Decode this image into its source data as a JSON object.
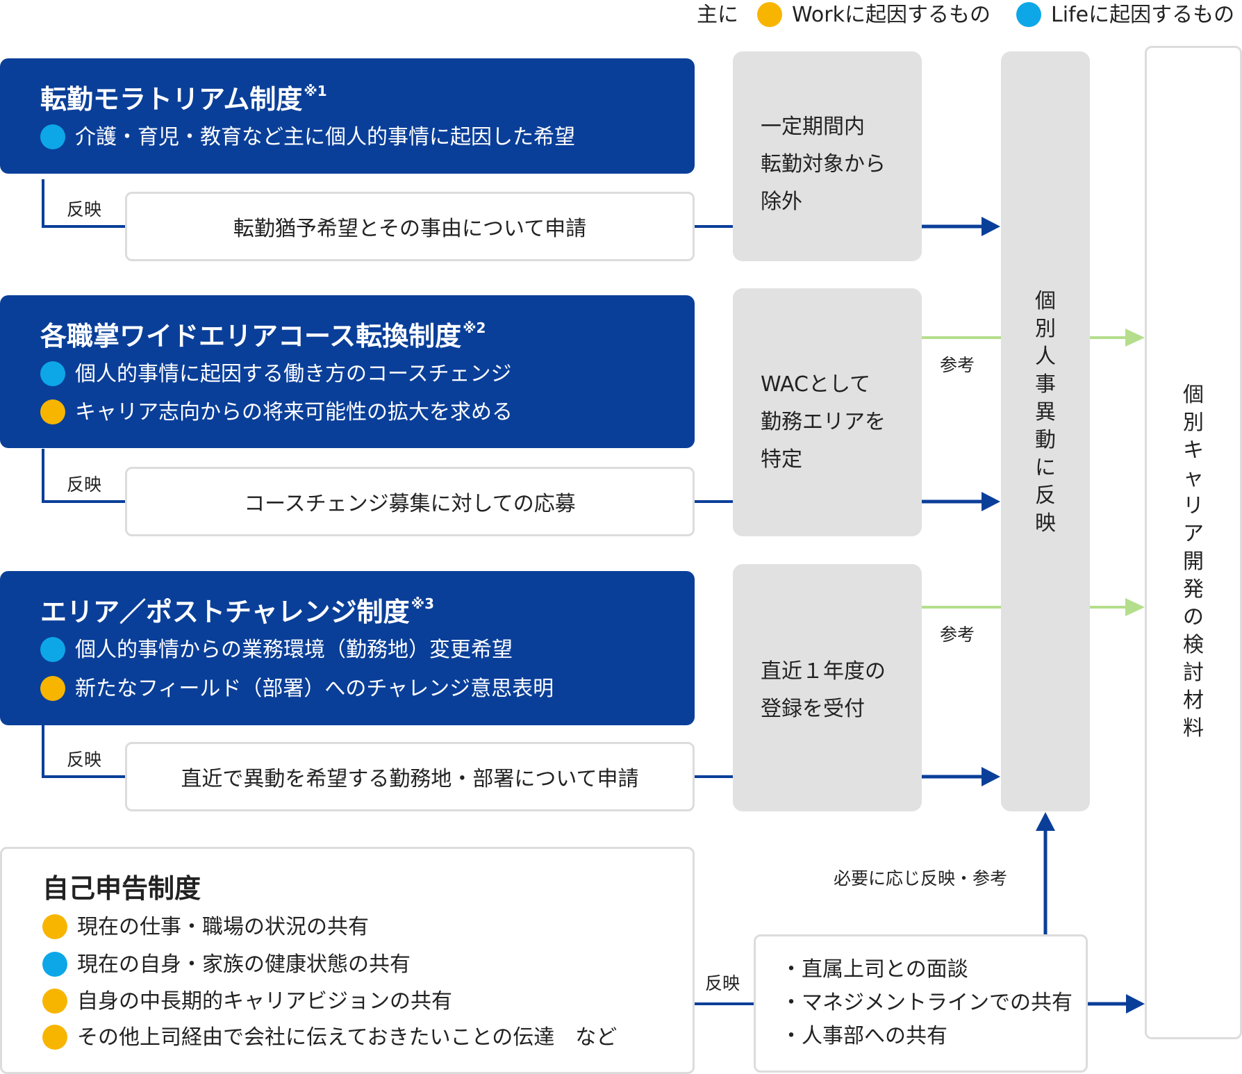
{
  "legend": {
    "prefix": "主に",
    "work_label": "Workに起因するもの",
    "life_label": "Lifeに起因するもの"
  },
  "colors": {
    "navy": "#0a3f99",
    "life": "#0da7e8",
    "work": "#f7b500",
    "green": "#b5de8c",
    "gray": "#e1e1e1"
  },
  "systems": [
    {
      "title": "転勤モラトリアム制度",
      "note": "※1",
      "bullets": [
        {
          "type": "life",
          "text": "介護・育児・教育など主に個人的事情に起因した希望"
        }
      ],
      "reflect_label": "反映",
      "action": "転勤猶予希望とその事由について申請"
    },
    {
      "title": "各職掌ワイドエリアコース転換制度",
      "note": "※2",
      "bullets": [
        {
          "type": "life",
          "text": "個人的事情に起因する働き方のコースチェンジ"
        },
        {
          "type": "work",
          "text": "キャリア志向からの将来可能性の拡大を求める"
        }
      ],
      "reflect_label": "反映",
      "action": "コースチェンジ募集に対しての応募"
    },
    {
      "title": "エリア／ポストチャレンジ制度",
      "note": "※3",
      "bullets": [
        {
          "type": "life",
          "text": "個人的事情からの業務環境（勤務地）変更希望"
        },
        {
          "type": "work",
          "text": "新たなフィールド（部署）へのチャレンジ意思表明"
        }
      ],
      "reflect_label": "反映",
      "action": "直近で異動を希望する勤務地・部署について申請"
    }
  ],
  "self_report": {
    "title": "自己申告制度",
    "bullets": [
      {
        "type": "work",
        "text": "現在の仕事・職場の状況の共有"
      },
      {
        "type": "life",
        "text": "現在の自身・家族の健康状態の共有"
      },
      {
        "type": "work",
        "text": "自身の中長期的キャリアビジョンの共有"
      },
      {
        "type": "work",
        "text": "その他上司経由で会社に伝えておきたいことの伝達　など"
      }
    ],
    "reflect_label": "反映",
    "actions": [
      "・直属上司との面談",
      "・マネジメントラインでの共有",
      "・人事部への共有"
    ],
    "up_label": "必要に応じ反映・参考"
  },
  "processes": [
    {
      "lines": [
        "一定期間内",
        "転勤対象から",
        "除外"
      ]
    },
    {
      "lines": [
        "WACとして",
        "勤務エリアを",
        "特定"
      ],
      "ref_label": "参考"
    },
    {
      "lines": [
        "直近１年度の",
        "登録を受付"
      ],
      "ref_label": "参考"
    }
  ],
  "personnel": {
    "text": "個別人事異動に反映"
  },
  "career": {
    "text": "個別キャリア開発の検討材料"
  }
}
